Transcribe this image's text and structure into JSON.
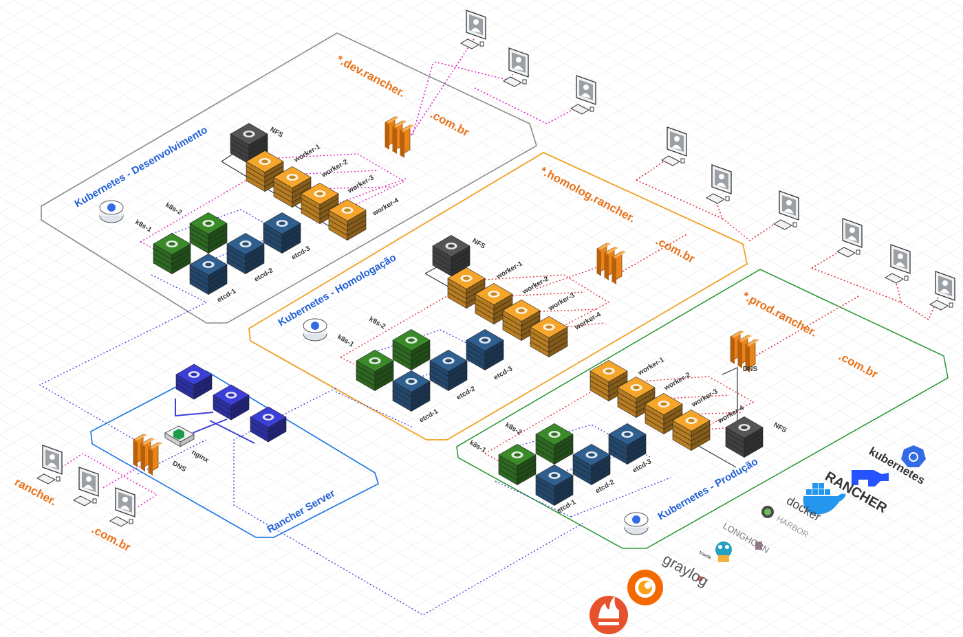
{
  "colors": {
    "dev_border": "#8a8a8a",
    "homolog_border": "#f0a020",
    "prod_border": "#2e9a3a",
    "rancher_border": "#2a7de1",
    "domain_text": "#e8731c",
    "zone_title": "#1f5fd6",
    "worker": "#f4a52a",
    "master": "#3a8a2a",
    "etcd": "#2f5f8f",
    "rancher_node": "#3b3fd8",
    "nfs": "#555555",
    "link_pink": "#e020c0",
    "link_red": "#e0303a",
    "link_blue": "#3a3ad8"
  },
  "zones": {
    "dev": {
      "title": "Kubernetes - Desenvolvimento",
      "domain_prefix": "*.dev.rancher.",
      "domain_suffix": ".com.br",
      "nfs": "NFS",
      "workers": [
        "worker-1",
        "worker-2",
        "worker-3",
        "worker-4"
      ],
      "masters": [
        "k8s-1",
        "k8s-2"
      ],
      "etcd": [
        "etcd-1",
        "etcd-2",
        "etcd-3"
      ]
    },
    "homolog": {
      "title": "Kubernetes - Homologação",
      "domain_prefix": "*.homolog.rancher.",
      "domain_suffix": ".com.br",
      "nfs": "NFS",
      "workers": [
        "worker-1",
        "worker-2",
        "worker-3",
        "worker-4"
      ],
      "masters": [
        "k8s-1",
        "k8s-2"
      ],
      "etcd": [
        "etcd-1",
        "etcd-2",
        "etcd-3"
      ]
    },
    "prod": {
      "title": "Kubernetes - Produção",
      "domain_prefix": "*.prod.rancher.",
      "domain_suffix": ".com.br",
      "dns": "DNS",
      "nfs": "NFS",
      "workers": [
        "worker-1",
        "worker-2",
        "worker-3",
        "worker-4"
      ],
      "masters": [
        "k8s-1",
        "k8s-2"
      ],
      "etcd": [
        "etcd-1",
        "etcd-2",
        "etcd-3"
      ]
    },
    "rancher": {
      "title": "Rancher Server",
      "domain_prefix": "rancher.",
      "domain_suffix": ".com.br",
      "dns": "DNS",
      "nginx": "nginx"
    }
  },
  "logos": {
    "kubernetes": "kubernetes",
    "rancher": "RANCHER",
    "docker": "docker",
    "harbor": "HARBOR",
    "longhorn": "LONGHORN",
    "traefik": "traefik",
    "graylog": "graylog",
    "icons": [
      "kubernetes-logo-icon",
      "rancher-logo-icon",
      "docker-logo-icon",
      "harbor-logo-icon",
      "longhorn-logo-icon",
      "traefik-logo-icon",
      "graylog-logo-icon",
      "grafana-logo-icon",
      "prometheus-logo-icon"
    ]
  }
}
